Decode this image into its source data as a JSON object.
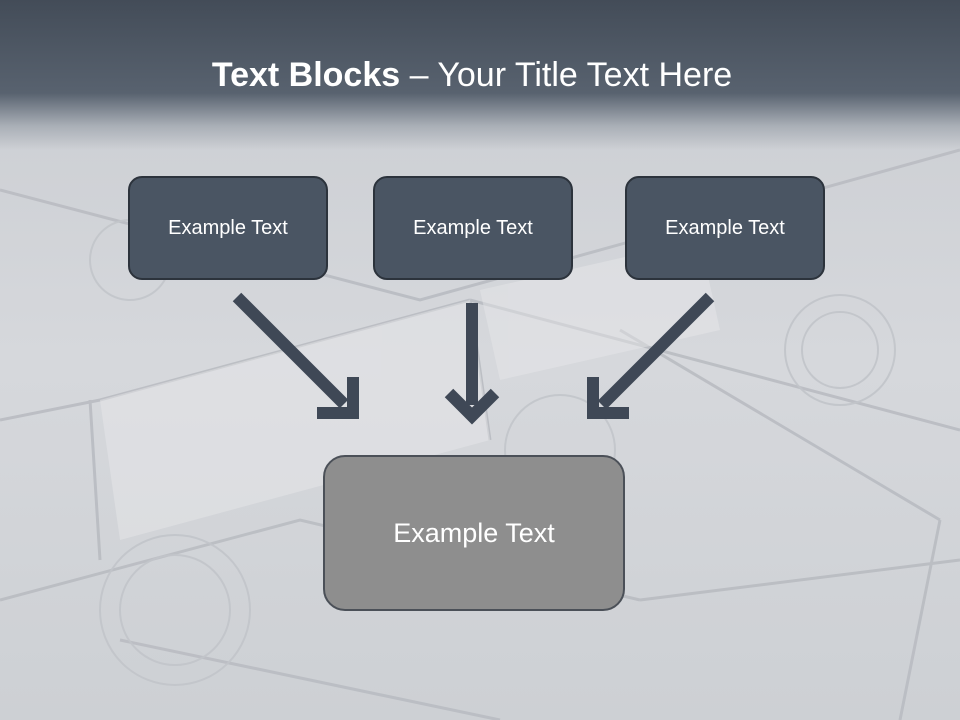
{
  "slide": {
    "title_bold": "Text Blocks",
    "title_dash": " – ",
    "title_rest": "Your Title Text Here",
    "top_boxes": [
      {
        "label": "Example Text"
      },
      {
        "label": "Example Text"
      },
      {
        "label": "Example Text"
      }
    ],
    "bottom_box": {
      "label": "Example Text"
    }
  },
  "colors": {
    "header": "#4f5966",
    "top_box_fill": "#4a5563",
    "bottom_box_fill": "#8e8e8e",
    "arrow": "#3f4856",
    "background": "#d4d6da"
  }
}
